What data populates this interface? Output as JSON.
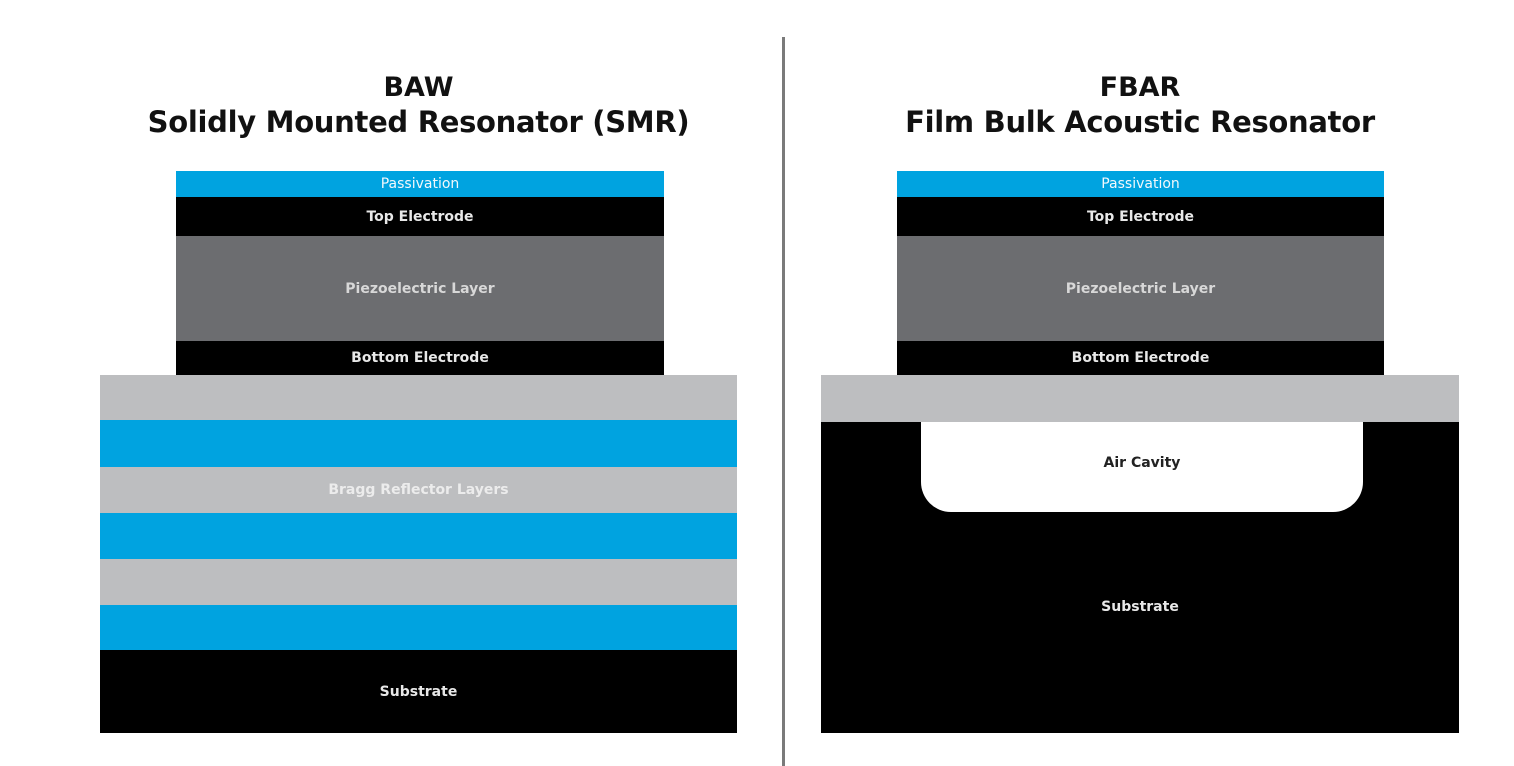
{
  "colors": {
    "passivation": "#00a3e0",
    "electrode": "#000000",
    "piezo": "#6c6d70",
    "bragg_low": "#bdbec0",
    "bragg_high": "#00a3e0",
    "substrate": "#000000",
    "membrane": "#bdbec0",
    "air": "#ffffff",
    "divider": "#7a7a7a"
  },
  "left": {
    "title_line1": "BAW",
    "title_line2": "Solidly Mounted Resonator (SMR)",
    "layers": {
      "passivation": "Passivation",
      "top_electrode": "Top Electrode",
      "piezo": "Piezoelectric Layer",
      "bottom_electrode": "Bottom Electrode",
      "bragg": "Bragg Reflector Layers",
      "substrate": "Substrate"
    }
  },
  "right": {
    "title_line1": "FBAR",
    "title_line2": "Film Bulk Acoustic Resonator",
    "layers": {
      "passivation": "Passivation",
      "top_electrode": "Top Electrode",
      "piezo": "Piezoelectric Layer",
      "bottom_electrode": "Bottom Electrode",
      "air_cavity": "Air Cavity",
      "substrate": "Substrate"
    }
  }
}
